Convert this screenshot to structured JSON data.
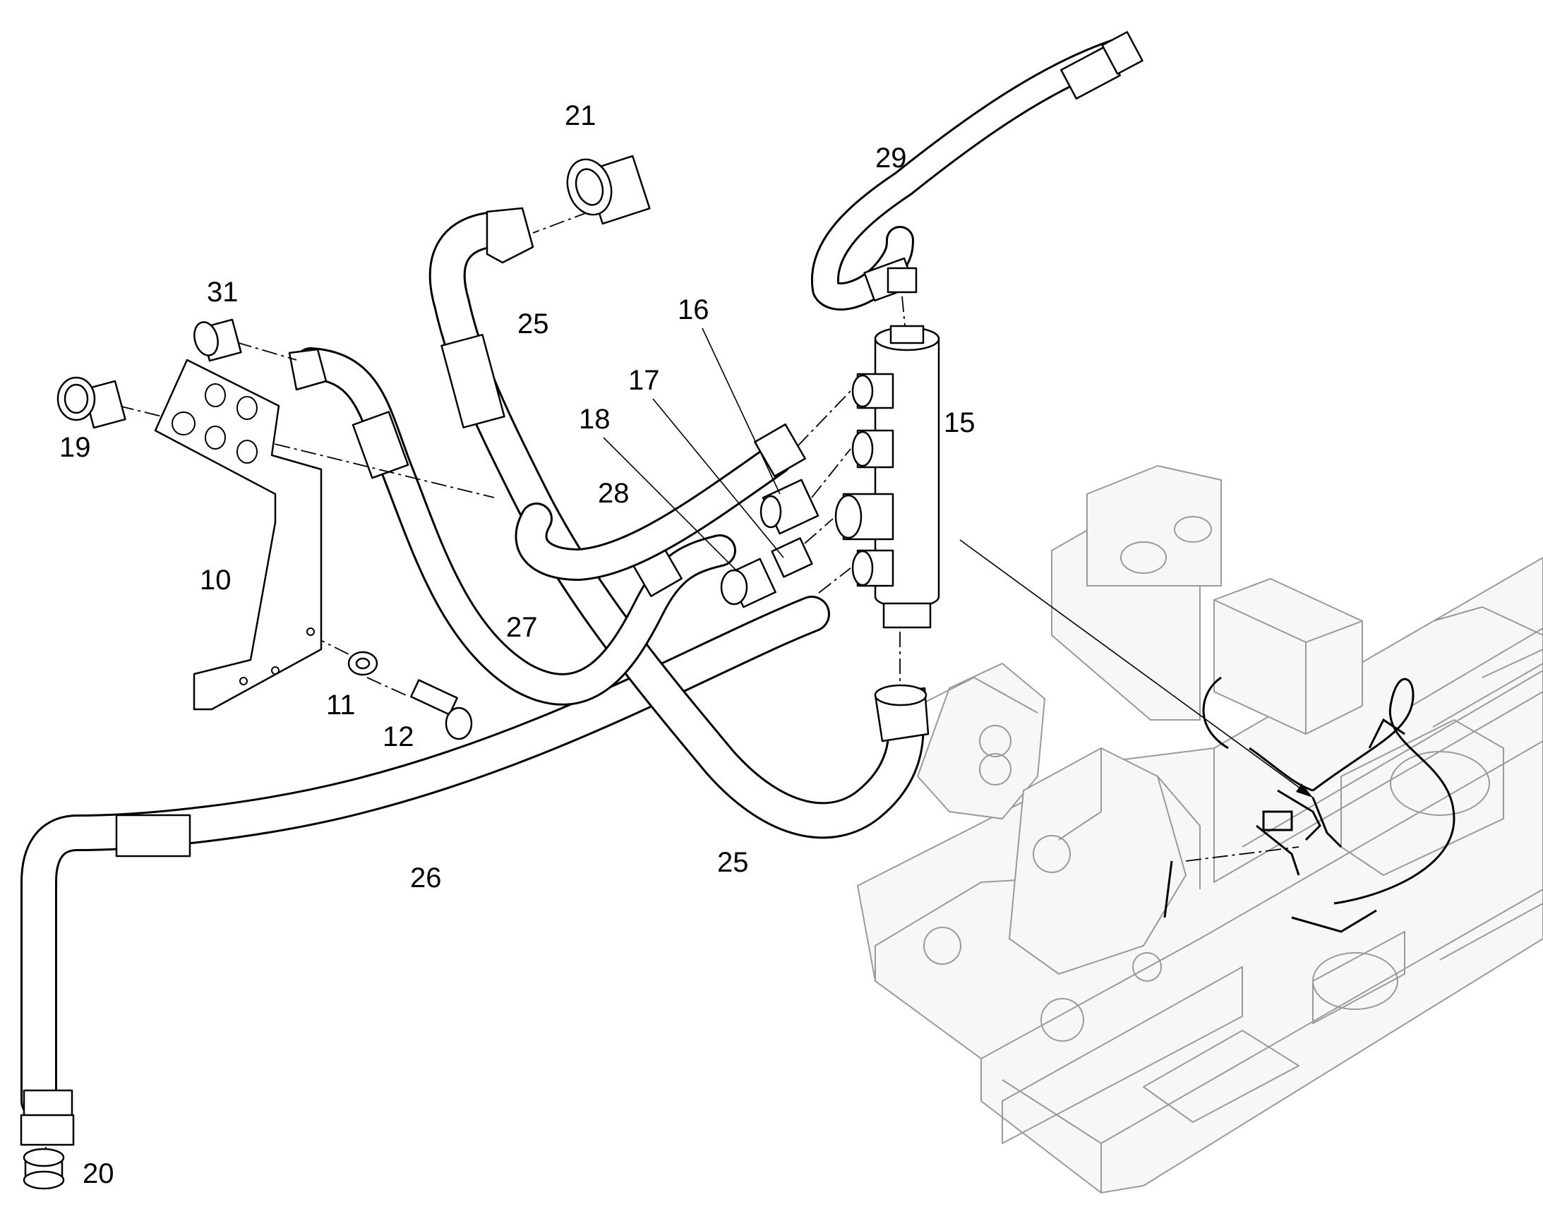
{
  "callouts": {
    "c10": "10",
    "c11": "11",
    "c12": "12",
    "c15": "15",
    "c16": "16",
    "c17": "17",
    "c18": "18",
    "c19": "19",
    "c20": "20",
    "c21": "21",
    "c25a": "25",
    "c25b": "25",
    "c26": "26",
    "c27": "27",
    "c28": "28",
    "c29": "29",
    "c31": "31"
  }
}
